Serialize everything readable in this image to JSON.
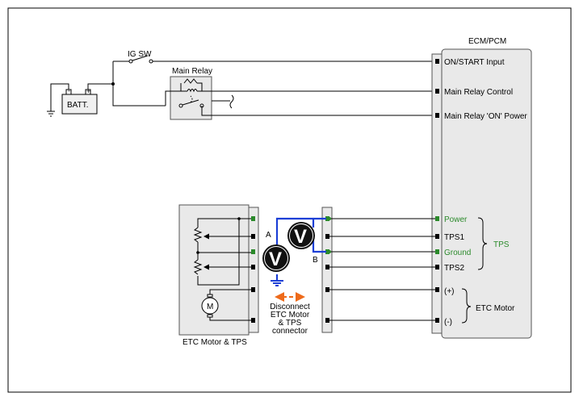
{
  "battery": {
    "label": "BATT."
  },
  "ig_switch": {
    "label": "IG SW"
  },
  "main_relay": {
    "label": "Main Relay"
  },
  "ecm": {
    "title": "ECM/PCM",
    "pins": {
      "on_start": "ON/START Input",
      "relay_control": "Main Relay Control",
      "relay_power": "Main Relay 'ON' Power",
      "power": "Power",
      "tps1": "TPS1",
      "ground": "Ground",
      "tps2": "TPS2",
      "plus": "(+)",
      "minus": "(-)"
    },
    "groups": {
      "tps": "TPS",
      "etc_motor": "ETC Motor"
    }
  },
  "etc_unit": {
    "label": "ETC Motor & TPS",
    "motor_symbol": "M"
  },
  "meters": {
    "a_symbol": "V",
    "a_label": "A",
    "b_symbol": "V",
    "b_label": "B"
  },
  "connector_note": [
    "Disconnect",
    "ETC Motor",
    "& TPS",
    "connector"
  ],
  "colors": {
    "meter_lead": "#1c3fd6",
    "arrow": "#ee6a1a",
    "signal_green": "#2b8a2b"
  }
}
